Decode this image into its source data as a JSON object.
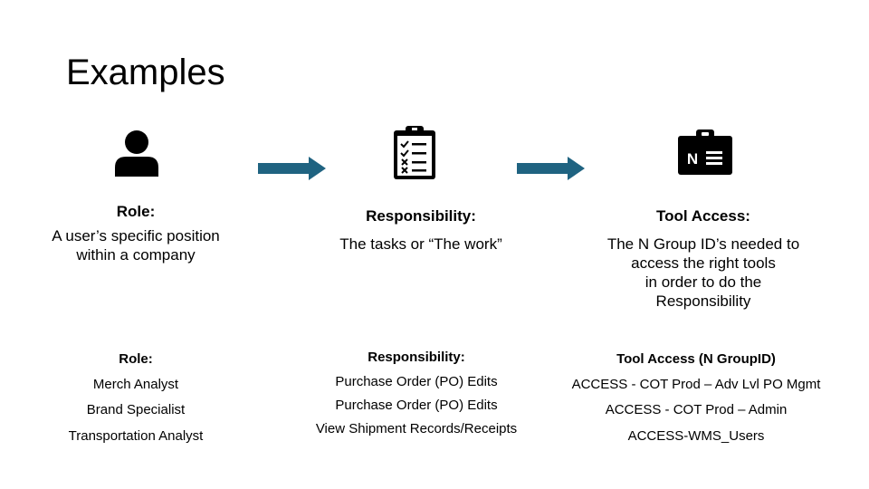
{
  "slide": {
    "title": "Examples",
    "arrow_color": "#1f6381",
    "icon_color": "#000000"
  },
  "columns": [
    {
      "icon": "person-icon",
      "heading": "Role:",
      "description_lines": [
        "A user’s specific position",
        "within a company"
      ],
      "list_heading": "Role:",
      "items": [
        "Merch Analyst",
        "Brand Specialist",
        "Transportation Analyst"
      ]
    },
    {
      "icon": "clipboard-checklist-icon",
      "heading": "Responsibility:",
      "description_lines": [
        "The tasks or “The work”"
      ],
      "list_heading": "Responsibility:",
      "items": [
        "Purchase Order (PO) Edits",
        "Purchase Order (PO) Edits",
        "View Shipment Records/Receipts"
      ]
    },
    {
      "icon": "id-badge-icon",
      "heading": "Tool Access:",
      "description_lines": [
        "The N Group ID’s needed to",
        "access the right tools",
        "in order to do the",
        "Responsibility"
      ],
      "list_heading": "Tool Access (N GroupID)",
      "items": [
        "ACCESS - COT Prod – Adv Lvl PO Mgmt",
        "ACCESS - COT Prod – Admin",
        "ACCESS-WMS_Users"
      ],
      "badge_letter": "N"
    }
  ]
}
